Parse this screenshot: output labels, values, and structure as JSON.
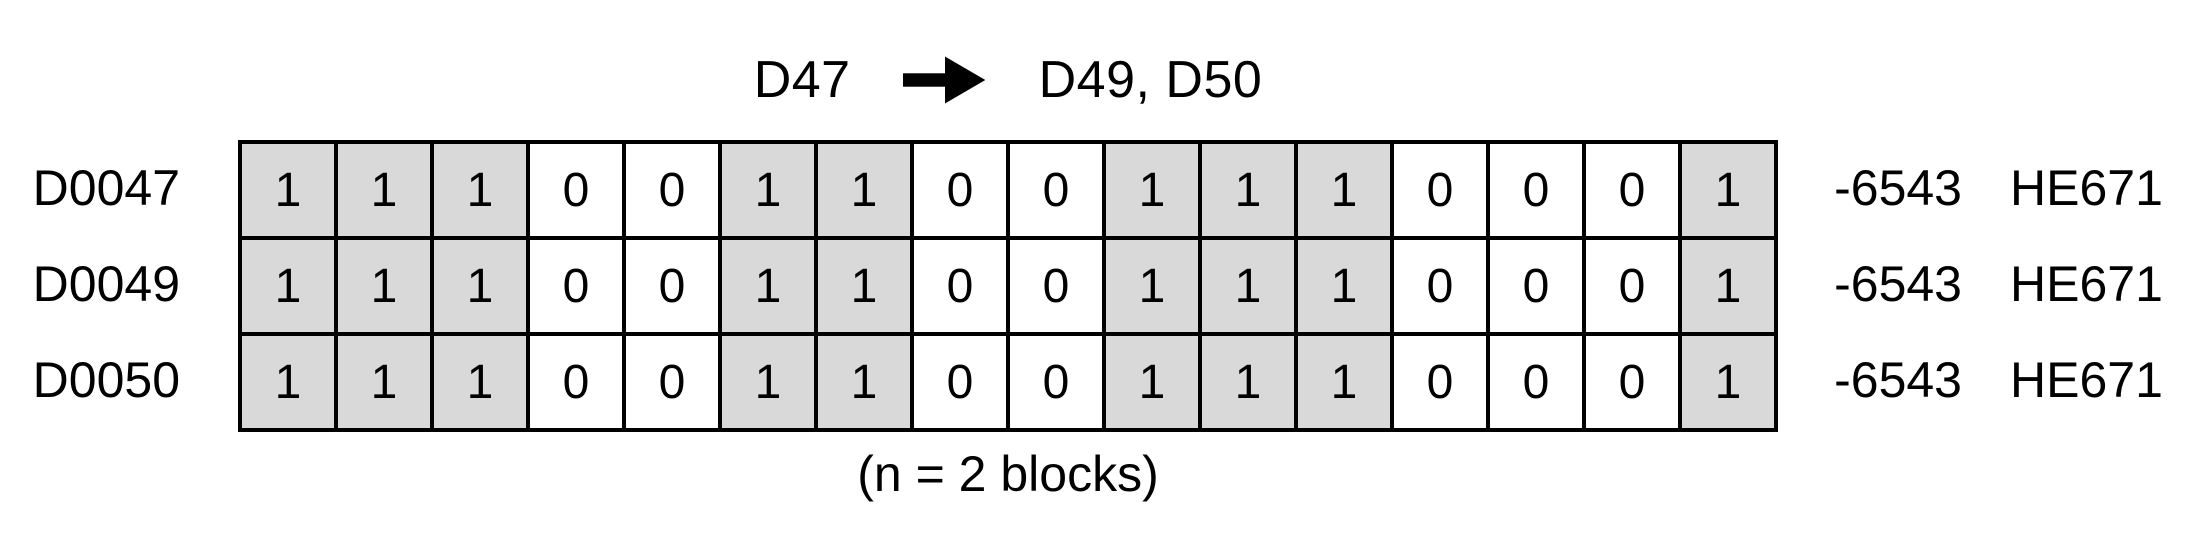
{
  "title": {
    "source": "D47",
    "arrow_icon": "arrow-right-icon",
    "targets": "D49, D50"
  },
  "rows": [
    {
      "label": "D0047",
      "bits": [
        1,
        1,
        1,
        0,
        0,
        1,
        1,
        0,
        0,
        1,
        1,
        1,
        0,
        0,
        0,
        1
      ],
      "decimal": "-6543",
      "hex": "HE671"
    },
    {
      "label": "D0049",
      "bits": [
        1,
        1,
        1,
        0,
        0,
        1,
        1,
        0,
        0,
        1,
        1,
        1,
        0,
        0,
        0,
        1
      ],
      "decimal": "-6543",
      "hex": "HE671"
    },
    {
      "label": "D0050",
      "bits": [
        1,
        1,
        1,
        0,
        0,
        1,
        1,
        0,
        0,
        1,
        1,
        1,
        0,
        0,
        0,
        1
      ],
      "decimal": "-6543",
      "hex": "HE671"
    }
  ],
  "caption": "(n = 2 blocks)",
  "colors": {
    "bit_on_bg": "#d9d9d9",
    "bit_off_bg": "#ffffff",
    "border": "#000000",
    "text": "#000000"
  },
  "layout_numbers": {
    "row_tops": [
      140,
      236,
      332
    ]
  }
}
